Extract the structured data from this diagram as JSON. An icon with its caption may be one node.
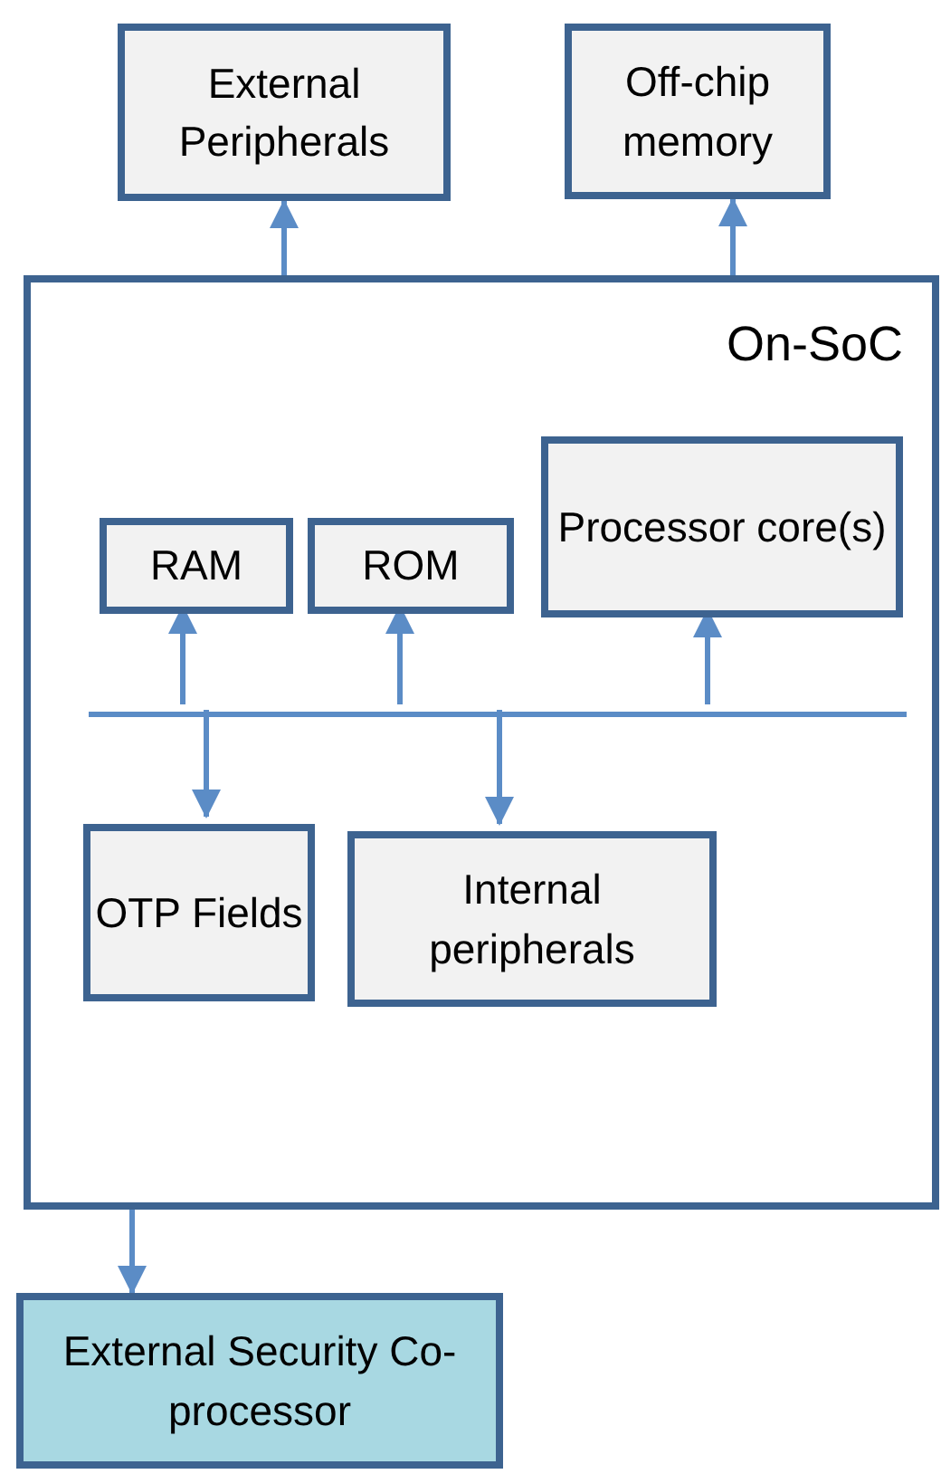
{
  "diagram": {
    "nodes": [
      {
        "text": [
          "External Peripherals"
        ]
      },
      {
        "text": [
          "Off-chip memory"
        ]
      },
      {
        "text": [
          "On-SoC"
        ]
      },
      {
        "text": [
          "RAM"
        ],
        "in": 2
      },
      {
        "text": [
          "ROM"
        ],
        "in": 2
      },
      {
        "text": [
          "Processor core(s)"
        ],
        "in": 2
      },
      {
        "text": [],
        "shape": "bar",
        "in": 2
      },
      {
        "text": [
          "OTP Fields"
        ],
        "in": 2
      },
      {
        "text": [
          "Internal peripherals"
        ],
        "in": 2
      },
      {
        "text": [
          "External Security Co-processor"
        ]
      }
    ],
    "edges": [
      {
        "from": 2,
        "to": 0,
        "arrow": "to"
      },
      {
        "from": 2,
        "to": 1,
        "arrow": "to"
      },
      {
        "from": 6,
        "to": 3,
        "arrow": "to"
      },
      {
        "from": 6,
        "to": 4,
        "arrow": "to"
      },
      {
        "from": 6,
        "to": 5,
        "arrow": "to"
      },
      {
        "from": 6,
        "to": 7,
        "arrow": "to"
      },
      {
        "from": 6,
        "to": 8,
        "arrow": "to"
      },
      {
        "from": 2,
        "to": 9,
        "arrow": "to"
      }
    ]
  }
}
